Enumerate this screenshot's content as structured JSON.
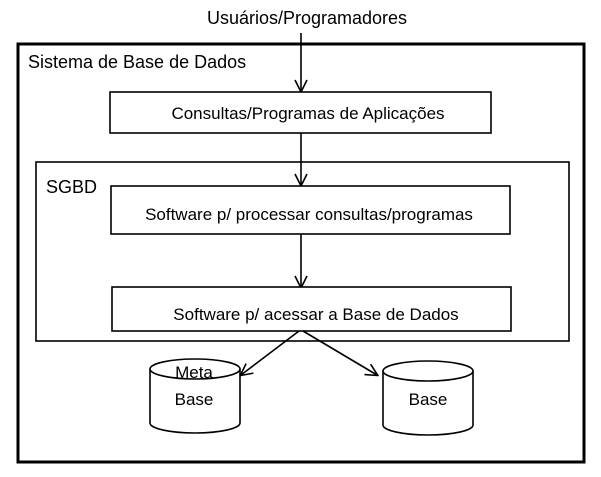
{
  "top_label": "Usuários/Programadores",
  "system": {
    "title": "Sistema de Base de Dados",
    "applications_box": "Consultas/Programas de Aplicações"
  },
  "sgbd": {
    "title": "SGBD",
    "query_processor_box": "Software p/ processar consultas/programas",
    "data_access_box": "Software p/ acessar a Base de Dados"
  },
  "storage": {
    "meta_base_line1": "Meta",
    "meta_base_line2": "Base",
    "data_base": "Base"
  }
}
